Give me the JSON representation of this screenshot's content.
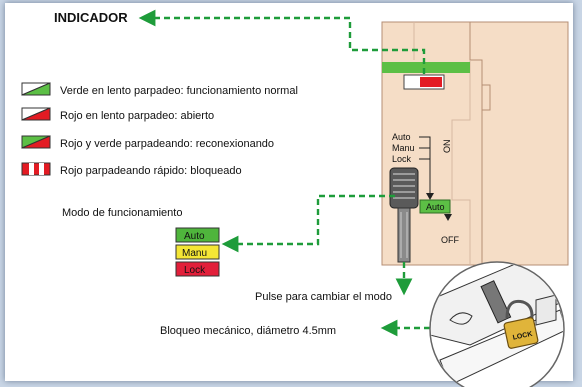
{
  "title": "INDICADOR",
  "legend": [
    {
      "label": "Verde en lento parpadeo: funcionamiento normal",
      "left": "#ffffff",
      "right": "#5cbf45"
    },
    {
      "label": "Rojo en lento parpadeo: abierto",
      "left": "#ffffff",
      "right": "#e31b23"
    },
    {
      "label": "Rojo y verde parpadeando: reconexionando",
      "left": "#5cbf45",
      "right": "#e31b23"
    },
    {
      "label": "Rojo parpadeando rápido: bloqueado",
      "left": "#e31b23",
      "right": "#e31b23"
    }
  ],
  "modes": {
    "title": "Modo de funcionamiento",
    "items": [
      {
        "label": "Auto",
        "color": "#4fb53c"
      },
      {
        "label": "Manu",
        "color": "#f4e635"
      },
      {
        "label": "Lock",
        "color": "#e21f3a"
      }
    ]
  },
  "switch": {
    "modes": [
      "Auto",
      "Manu",
      "Lock"
    ],
    "on_label": "ON",
    "off_label": "OFF",
    "selected_label": "Auto"
  },
  "annotations": {
    "pulse": "Pulse para cambiar el modo",
    "lock": "Bloqueo mecánico, diámetro 4.5mm",
    "padlock": "LOCK"
  },
  "colors": {
    "panel": "#f5ddc6",
    "arrow": "#1e9c3a",
    "led_green": "#5cbf45",
    "led_red": "#e31b23"
  }
}
